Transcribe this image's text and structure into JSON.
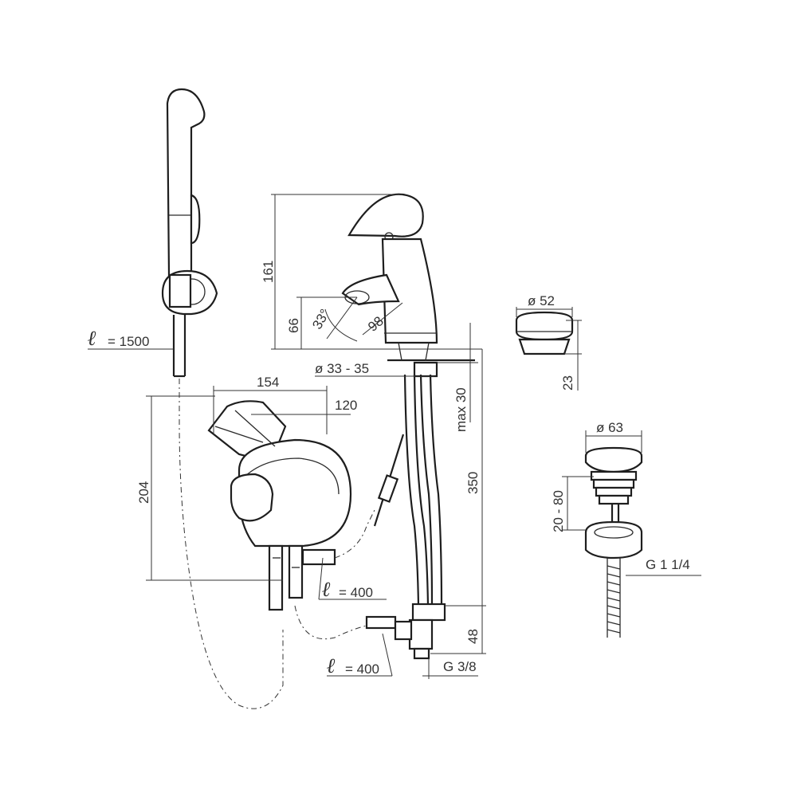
{
  "labels": {
    "hose_length": "= 1500",
    "hose_symbol": "ℓ",
    "height_161": "161",
    "height_66": "66",
    "angle_33": "33°",
    "reach_98": "98",
    "diameter_52": "ø 52",
    "height_23": "23",
    "hole_diameter": "ø 33 - 35",
    "max_30": "max 30",
    "width_154": "154",
    "width_120": "120",
    "height_204": "204",
    "height_350": "350",
    "diameter_63": "ø 63",
    "range_20_80": "20 - 80",
    "thread_g114": "G 1 1/4",
    "pipe_length_1": "= 400",
    "pipe_length_2": "= 400",
    "height_48": "48",
    "thread_g38": "G 3/8"
  }
}
